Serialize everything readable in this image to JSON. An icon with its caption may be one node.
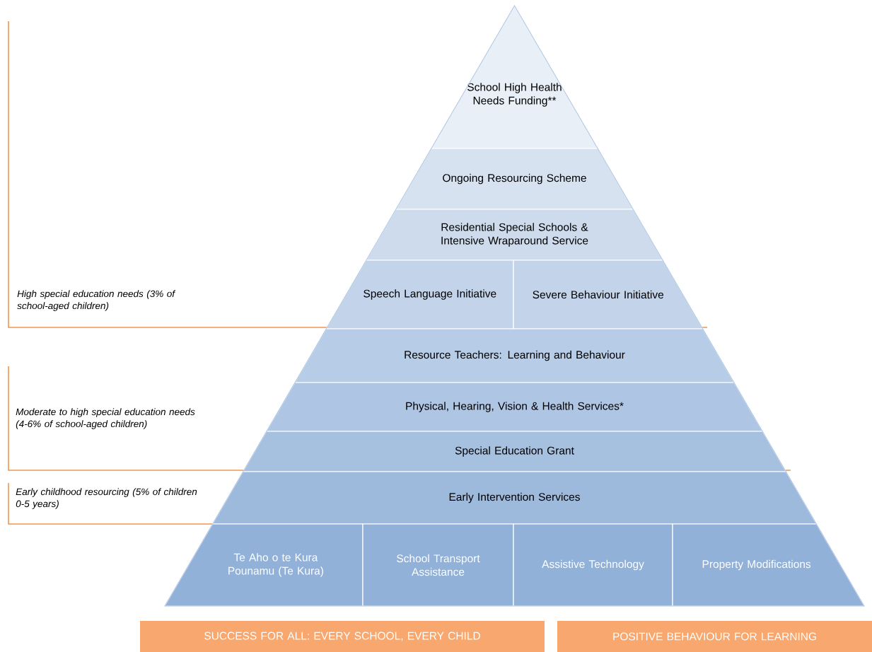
{
  "diagram": {
    "nodes": [
      {
        "text": [
          "School High Health Needs Funding**"
        ]
      },
      {
        "text": [
          "Ongoing Resourcing Scheme"
        ]
      },
      {
        "text": [
          "Residential Special Schools & Intensive Wraparound Service"
        ]
      },
      {
        "text": [
          "Speech Language Initiative"
        ]
      },
      {
        "text": [
          "Severe Behaviour Initiative"
        ]
      },
      {
        "text": [
          "Resource Teachers: Learning and Behaviour"
        ]
      },
      {
        "text": [
          "Physical, Hearing, Vision & Health Services*"
        ]
      },
      {
        "text": [
          "Special Education Grant"
        ]
      },
      {
        "text": [
          "Early Intervention Services"
        ]
      },
      {
        "text": [
          "Te Aho o te Kura Pounamu (Te Kura)"
        ]
      },
      {
        "text": [
          "School Transport Assistance"
        ]
      },
      {
        "text": [
          "Assistive Technology"
        ]
      },
      {
        "text": [
          "Property Modifications"
        ]
      },
      {
        "text": [
          "SUCCESS FOR ALL: EVERY SCHOOL, EVERY CHILD"
        ]
      },
      {
        "text": [
          "POSITIVE BEHAVIOUR FOR LEARNING"
        ]
      }
    ],
    "labels": [
      "High special education needs (3% of school-aged children)",
      "Moderate to high special education needs (4-6% of school-aged children)",
      "Early childhood resourcing (5% of children 0-5 years)"
    ]
  }
}
